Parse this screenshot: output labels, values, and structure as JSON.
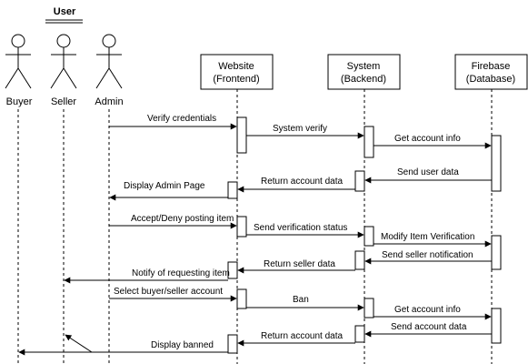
{
  "group": {
    "label": "User"
  },
  "actors": [
    {
      "id": "buyer",
      "label": "Buyer"
    },
    {
      "id": "seller",
      "label": "Seller"
    },
    {
      "id": "admin",
      "label": "Admin"
    }
  ],
  "participants": [
    {
      "id": "website",
      "title": "Website",
      "subtitle": "(Frontend)"
    },
    {
      "id": "system",
      "title": "System",
      "subtitle": "(Backend)"
    },
    {
      "id": "firebase",
      "title": "Firebase",
      "subtitle": "(Database)"
    }
  ],
  "messages": [
    {
      "id": "m1",
      "from": "admin",
      "to": "website",
      "label": "Verify credentials",
      "kind": "call"
    },
    {
      "id": "m2",
      "from": "website",
      "to": "system",
      "label": "System verify",
      "kind": "call"
    },
    {
      "id": "m3",
      "from": "system",
      "to": "firebase",
      "label": "Get account info",
      "kind": "call"
    },
    {
      "id": "m4",
      "from": "firebase",
      "to": "system",
      "label": "Send user data",
      "kind": "return"
    },
    {
      "id": "m5",
      "from": "system",
      "to": "website",
      "label": "Return account data",
      "kind": "return"
    },
    {
      "id": "m6",
      "from": "website",
      "to": "admin",
      "label": "Display Admin Page",
      "kind": "return"
    },
    {
      "id": "m7",
      "from": "admin",
      "to": "website",
      "label": "Accept/Deny posting item",
      "kind": "call"
    },
    {
      "id": "m8",
      "from": "website",
      "to": "system",
      "label": "Send verification status",
      "kind": "call"
    },
    {
      "id": "m9",
      "from": "system",
      "to": "firebase",
      "label": "Modify Item Verification",
      "kind": "call"
    },
    {
      "id": "m10",
      "from": "firebase",
      "to": "system",
      "label": "Send seller notification",
      "kind": "return"
    },
    {
      "id": "m11",
      "from": "system",
      "to": "website",
      "label": "Return seller data",
      "kind": "return"
    },
    {
      "id": "m12",
      "from": "website",
      "to": "seller",
      "label": "Notify of requesting item",
      "kind": "return"
    },
    {
      "id": "m13",
      "from": "admin",
      "to": "website",
      "label": "Select buyer/seller account",
      "kind": "call"
    },
    {
      "id": "m14",
      "from": "website",
      "to": "system",
      "label": "Ban",
      "kind": "call"
    },
    {
      "id": "m15",
      "from": "system",
      "to": "firebase",
      "label": "Get account info",
      "kind": "call"
    },
    {
      "id": "m16",
      "from": "firebase",
      "to": "system",
      "label": "Send account data",
      "kind": "return"
    },
    {
      "id": "m17",
      "from": "system",
      "to": "website",
      "label": "Return account data",
      "kind": "return"
    },
    {
      "id": "m18",
      "from": "website",
      "to": "buyer",
      "label": "Display banned",
      "kind": "return"
    }
  ]
}
